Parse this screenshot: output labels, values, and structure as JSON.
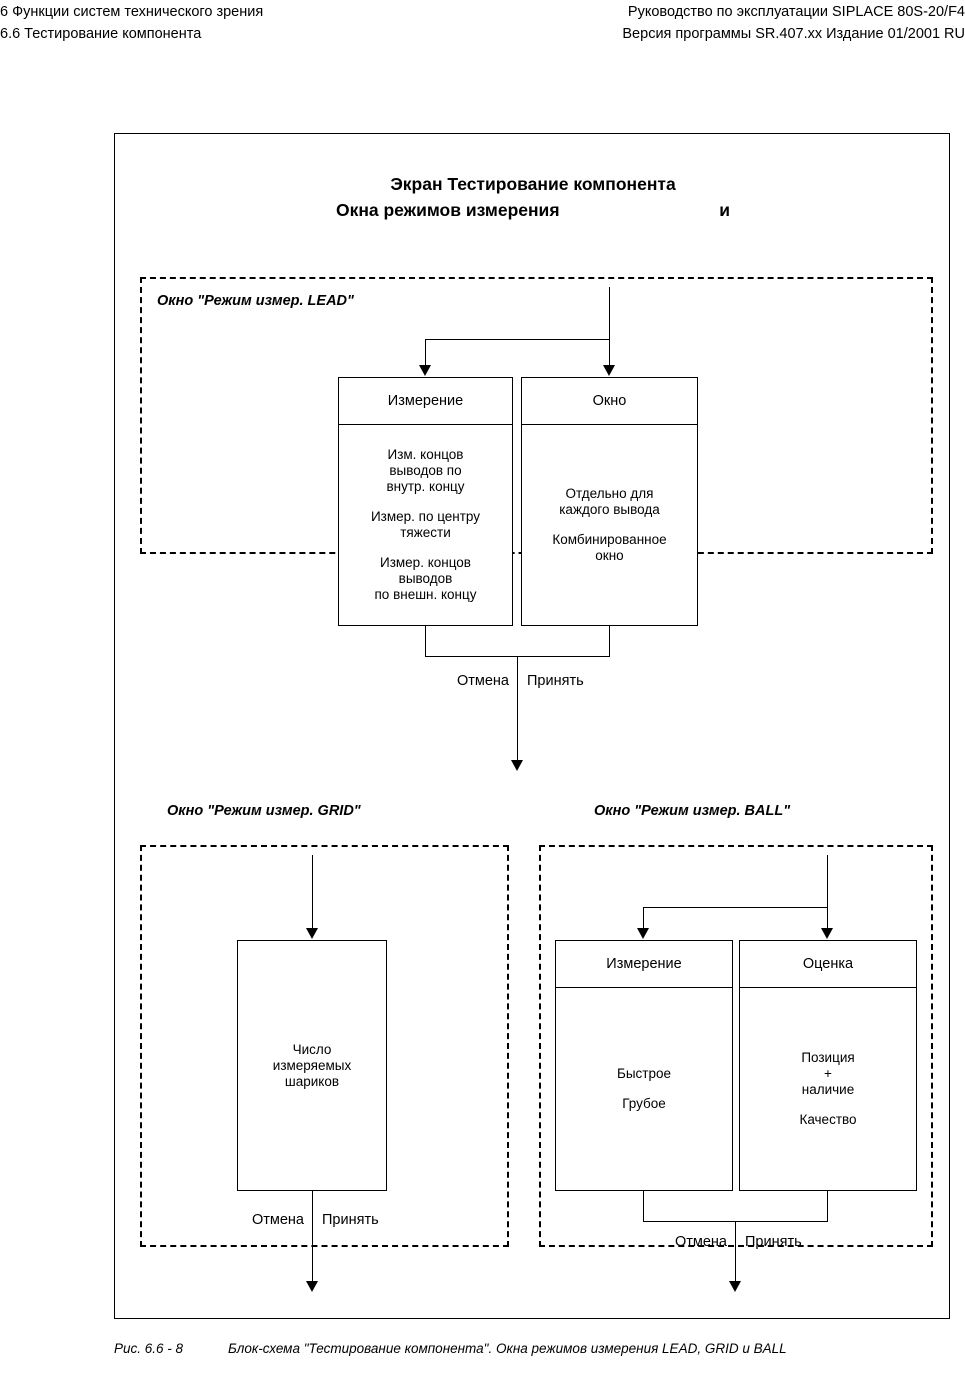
{
  "page_header": {
    "line1_left": "6 Функции систем технического зрения",
    "line1_right": "Руководство по эксплуатации SIPLACE 80S-20/F4",
    "line2_left": "6.6 Тестирование компонента",
    "line2_right": "Версия программы SR.407.xx  Издание 01/2001 RU"
  },
  "figure": {
    "title_line1": "Экран   Тестирование компонента",
    "title_line2_a": "Окна режимов измерения",
    "title_line2_b": "и",
    "regions": {
      "lead": {
        "caption": "Окно \"Режим измер. LEAD\"",
        "boxes": [
          {
            "header": "Измерение",
            "items": [
              "Изм. концов\nвыводов по\nвнутр. концу",
              "Измер. по центру\nтяжести",
              "Измер. концов\nвыводов\nпо внешн. концу"
            ]
          },
          {
            "header": "Окно",
            "items": [
              "Отдельно для\nкаждого вывода",
              "Комбинированное\nокно"
            ]
          }
        ],
        "buttons": {
          "cancel": "Отмена",
          "accept": "Принять"
        }
      },
      "grid": {
        "caption": "Окно \"Режим измер. GRID\"",
        "boxes": [
          {
            "header": "",
            "items": [
              "Число\nизмеряемых\nшариков"
            ]
          }
        ],
        "buttons": {
          "cancel": "Отмена",
          "accept": "Принять"
        }
      },
      "ball": {
        "caption": "Окно \"Режим измер. BALL\"",
        "boxes": [
          {
            "header": "Измерение",
            "items": [
              "Быстрое",
              "Грубое"
            ]
          },
          {
            "header": "Оценка",
            "items": [
              "Позиция\n+\nналичие",
              "Качество"
            ]
          }
        ],
        "buttons": {
          "cancel": "Отмена",
          "accept": "Принять"
        }
      }
    }
  },
  "caption": {
    "number": "Рис. 6.6 - 8",
    "text": "Блок-схема \"Тестирование компонента\". Окна режимов измерения LEAD, GRID и BALL"
  },
  "colors": {
    "ink": "#000000",
    "paper": "#ffffff"
  }
}
